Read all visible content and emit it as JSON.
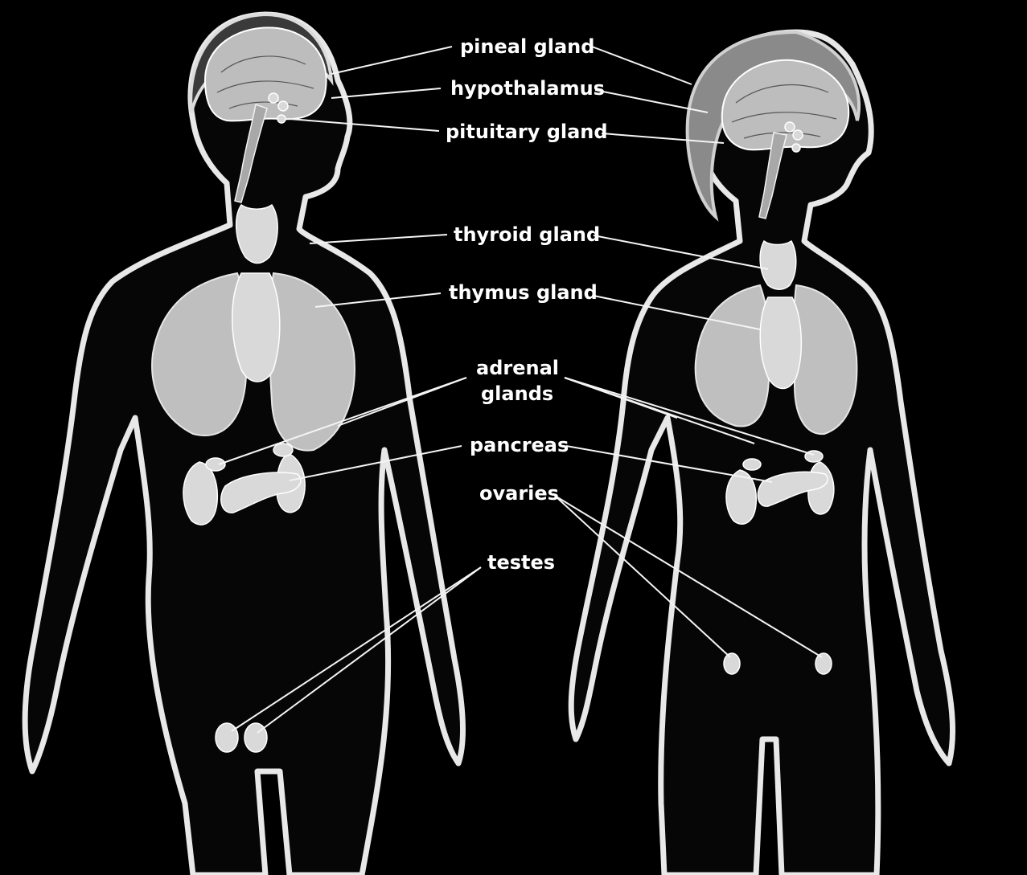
{
  "labels": [
    {
      "id": "pineal",
      "text": "pineal gland"
    },
    {
      "id": "hypothalamus",
      "text": "hypothalamus"
    },
    {
      "id": "pituitary",
      "text": "pituitary gland"
    },
    {
      "id": "thyroid",
      "text": "thyroid gland"
    },
    {
      "id": "thymus",
      "text": "thymus gland"
    },
    {
      "id": "adrenal_1",
      "text": "adrenal"
    },
    {
      "id": "adrenal_2",
      "text": "glands"
    },
    {
      "id": "pancreas",
      "text": "pancreas"
    },
    {
      "id": "ovaries",
      "text": "ovaries"
    },
    {
      "id": "testes",
      "text": "testes"
    }
  ],
  "colors": {
    "background": "#000000",
    "outline": "#e8e8e8",
    "organ": "#d9d9d9",
    "label": "#ffffff"
  }
}
